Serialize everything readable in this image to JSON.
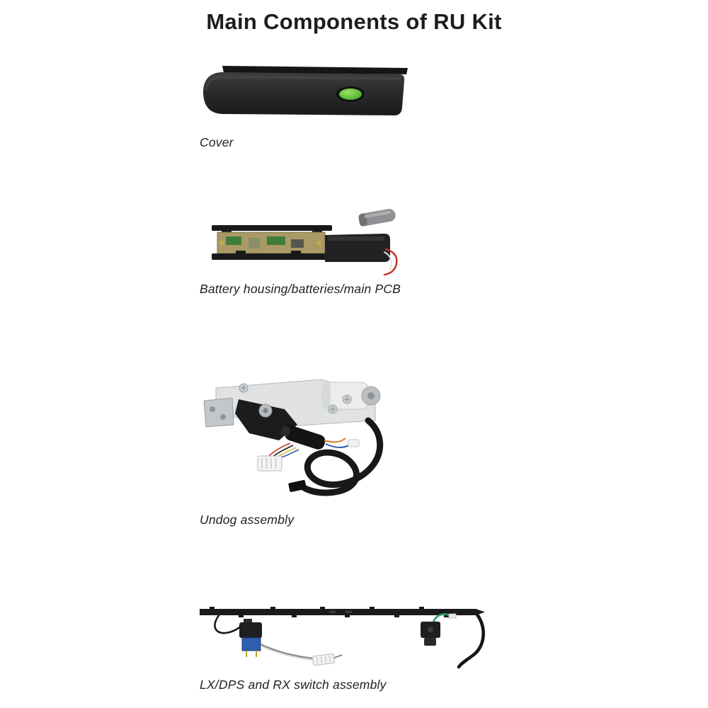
{
  "page": {
    "title": "Main Components of RU Kit"
  },
  "components": [
    {
      "id": "cover",
      "caption": "Cover"
    },
    {
      "id": "battery-housing",
      "caption": "Battery housing/batteries/main PCB"
    },
    {
      "id": "undog-assembly",
      "caption": "Undog assembly"
    },
    {
      "id": "switch-assembly",
      "caption": "LX/DPS and RX switch assembly"
    }
  ],
  "colors": {
    "background": "#ffffff",
    "title_text": "#1d1d1f",
    "caption_text": "#212121",
    "housing_black": "#232325",
    "led_green": "#5fbe3a",
    "pcb_tan": "#a99a66",
    "pcb_component_green": "#3f7d3a",
    "battery_gray": "#8f9194",
    "wire_red": "#c0392b",
    "metal_gray": "#c6c9cb",
    "motor_white": "#ececec",
    "switch_blue": "#2e5fae",
    "wire_green": "#2f9e63"
  }
}
